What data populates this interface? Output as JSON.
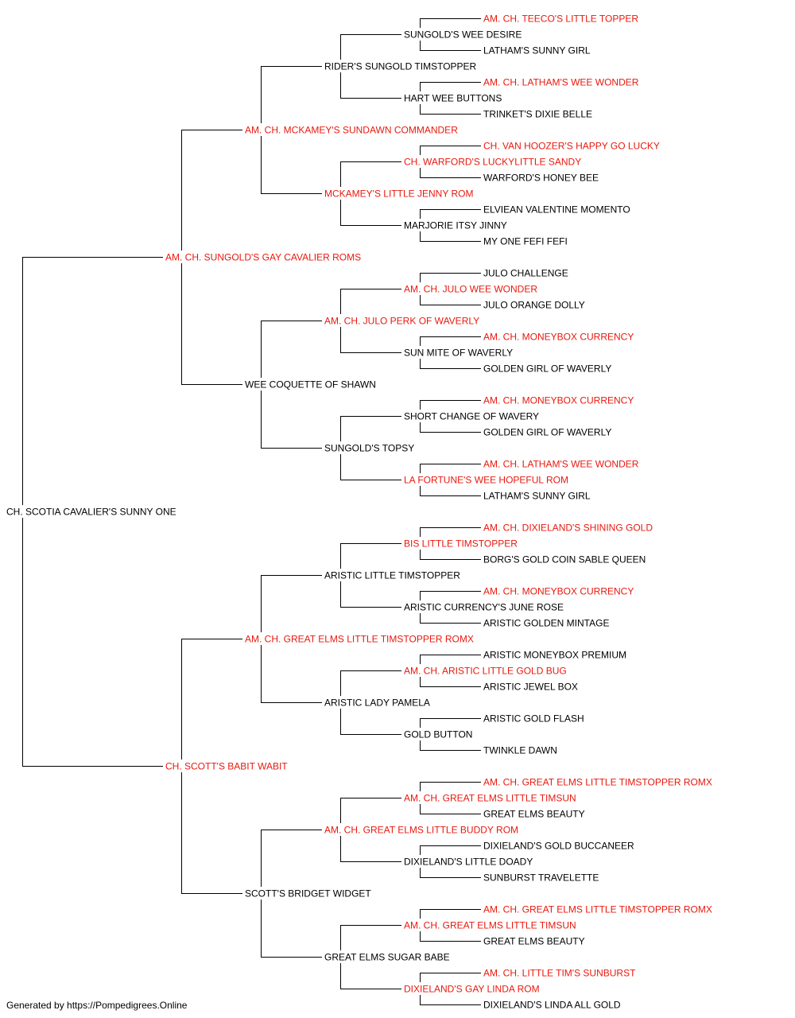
{
  "colors": {
    "champion": "#e8190e",
    "normal": "#000000",
    "line": "#000000"
  },
  "pedigree": {
    "name": "CH. SCOTIA CAVALIER'S SUNNY ONE",
    "champion": false,
    "sire": {
      "name": "AM. CH. SUNGOLD'S GAY CAVALIER ROMS",
      "champion": true,
      "sire": {
        "name": "AM. CH. MCKAMEY'S SUNDAWN COMMANDER",
        "champion": true,
        "sire": {
          "name": "RIDER'S SUNGOLD TIMSTOPPER",
          "champion": false,
          "sire": {
            "name": "SUNGOLD'S WEE DESIRE",
            "champion": false,
            "sire": {
              "name": "AM. CH. TEECO'S LITTLE TOPPER",
              "champion": true
            },
            "dam": {
              "name": "LATHAM'S SUNNY GIRL",
              "champion": false
            }
          },
          "dam": {
            "name": "HART WEE BUTTONS",
            "champion": false,
            "sire": {
              "name": "AM. CH. LATHAM'S WEE WONDER",
              "champion": true
            },
            "dam": {
              "name": "TRINKET'S DIXIE BELLE",
              "champion": false
            }
          }
        },
        "dam": {
          "name": "MCKAMEY'S LITTLE JENNY ROM",
          "champion": true,
          "sire": {
            "name": "CH. WARFORD'S LUCKYLITTLE SANDY",
            "champion": true,
            "sire": {
              "name": "CH. VAN HOOZER'S HAPPY GO LUCKY",
              "champion": true
            },
            "dam": {
              "name": "WARFORD'S HONEY BEE",
              "champion": false
            }
          },
          "dam": {
            "name": "MARJORIE ITSY JINNY",
            "champion": false,
            "sire": {
              "name": "ELVIEAN VALENTINE MOMENTO",
              "champion": false
            },
            "dam": {
              "name": "MY ONE FEFI FEFI",
              "champion": false
            }
          }
        }
      },
      "dam": {
        "name": "WEE COQUETTE OF SHAWN",
        "champion": false,
        "sire": {
          "name": "AM. CH. JULO PERK OF WAVERLY",
          "champion": true,
          "sire": {
            "name": "AM. CH. JULO WEE WONDER",
            "champion": true,
            "sire": {
              "name": "JULO CHALLENGE",
              "champion": false
            },
            "dam": {
              "name": "JULO ORANGE DOLLY",
              "champion": false
            }
          },
          "dam": {
            "name": "SUN MITE OF WAVERLY",
            "champion": false,
            "sire": {
              "name": "AM. CH. MONEYBOX CURRENCY",
              "champion": true
            },
            "dam": {
              "name": "GOLDEN GIRL OF WAVERLY",
              "champion": false
            }
          }
        },
        "dam": {
          "name": "SUNGOLD'S TOPSY",
          "champion": false,
          "sire": {
            "name": "SHORT CHANGE OF WAVERY",
            "champion": false,
            "sire": {
              "name": "AM. CH. MONEYBOX CURRENCY",
              "champion": true
            },
            "dam": {
              "name": "GOLDEN GIRL OF WAVERLY",
              "champion": false
            }
          },
          "dam": {
            "name": "LA FORTUNE'S WEE HOPEFUL ROM",
            "champion": true,
            "sire": {
              "name": "AM. CH. LATHAM'S WEE WONDER",
              "champion": true
            },
            "dam": {
              "name": "LATHAM'S SUNNY GIRL",
              "champion": false
            }
          }
        }
      }
    },
    "dam": {
      "name": "CH. SCOTT'S BABIT WABIT",
      "champion": true,
      "sire": {
        "name": "AM. CH. GREAT ELMS LITTLE TIMSTOPPER ROMX",
        "champion": true,
        "sire": {
          "name": "ARISTIC LITTLE TIMSTOPPER",
          "champion": false,
          "sire": {
            "name": "BIS LITTLE TIMSTOPPER",
            "champion": true,
            "sire": {
              "name": "AM. CH. DIXIELAND'S SHINING GOLD",
              "champion": true
            },
            "dam": {
              "name": "BORG'S GOLD COIN SABLE QUEEN",
              "champion": false
            }
          },
          "dam": {
            "name": "ARISTIC CURRENCY'S JUNE ROSE",
            "champion": false,
            "sire": {
              "name": "AM. CH. MONEYBOX CURRENCY",
              "champion": true
            },
            "dam": {
              "name": "ARISTIC GOLDEN MINTAGE",
              "champion": false
            }
          }
        },
        "dam": {
          "name": "ARISTIC LADY PAMELA",
          "champion": false,
          "sire": {
            "name": "AM. CH. ARISTIC LITTLE GOLD BUG",
            "champion": true,
            "sire": {
              "name": "ARISTIC MONEYBOX PREMIUM",
              "champion": false
            },
            "dam": {
              "name": "ARISTIC JEWEL BOX",
              "champion": false
            }
          },
          "dam": {
            "name": "GOLD BUTTON",
            "champion": false,
            "sire": {
              "name": "ARISTIC GOLD FLASH",
              "champion": false
            },
            "dam": {
              "name": "TWINKLE DAWN",
              "champion": false
            }
          }
        }
      },
      "dam": {
        "name": "SCOTT'S BRIDGET WIDGET",
        "champion": false,
        "sire": {
          "name": "AM. CH. GREAT ELMS LITTLE BUDDY ROM",
          "champion": true,
          "sire": {
            "name": "AM. CH. GREAT ELMS LITTLE TIMSUN",
            "champion": true,
            "sire": {
              "name": "AM. CH. GREAT ELMS LITTLE TIMSTOPPER ROMX",
              "champion": true
            },
            "dam": {
              "name": "GREAT ELMS BEAUTY",
              "champion": false
            }
          },
          "dam": {
            "name": "DIXIELAND'S LITTLE DOADY",
            "champion": false,
            "sire": {
              "name": "DIXIELAND'S GOLD BUCCANEER",
              "champion": false
            },
            "dam": {
              "name": "SUNBURST TRAVELETTE",
              "champion": false
            }
          }
        },
        "dam": {
          "name": "GREAT ELMS SUGAR BABE",
          "champion": false,
          "sire": {
            "name": "AM. CH. GREAT ELMS LITTLE TIMSUN",
            "champion": true,
            "sire": {
              "name": "AM. CH. GREAT ELMS LITTLE TIMSTOPPER ROMX",
              "champion": true
            },
            "dam": {
              "name": "GREAT ELMS BEAUTY",
              "champion": false
            }
          },
          "dam": {
            "name": "DIXIELAND'S GAY LINDA ROM",
            "champion": true,
            "sire": {
              "name": "AM. CH. LITTLE TIM'S SUNBURST",
              "champion": true
            },
            "dam": {
              "name": "DIXIELAND'S LINDA ALL GOLD",
              "champion": false
            }
          }
        }
      }
    }
  },
  "footer": {
    "text": "Generated by https://Pompedigrees.Online"
  }
}
